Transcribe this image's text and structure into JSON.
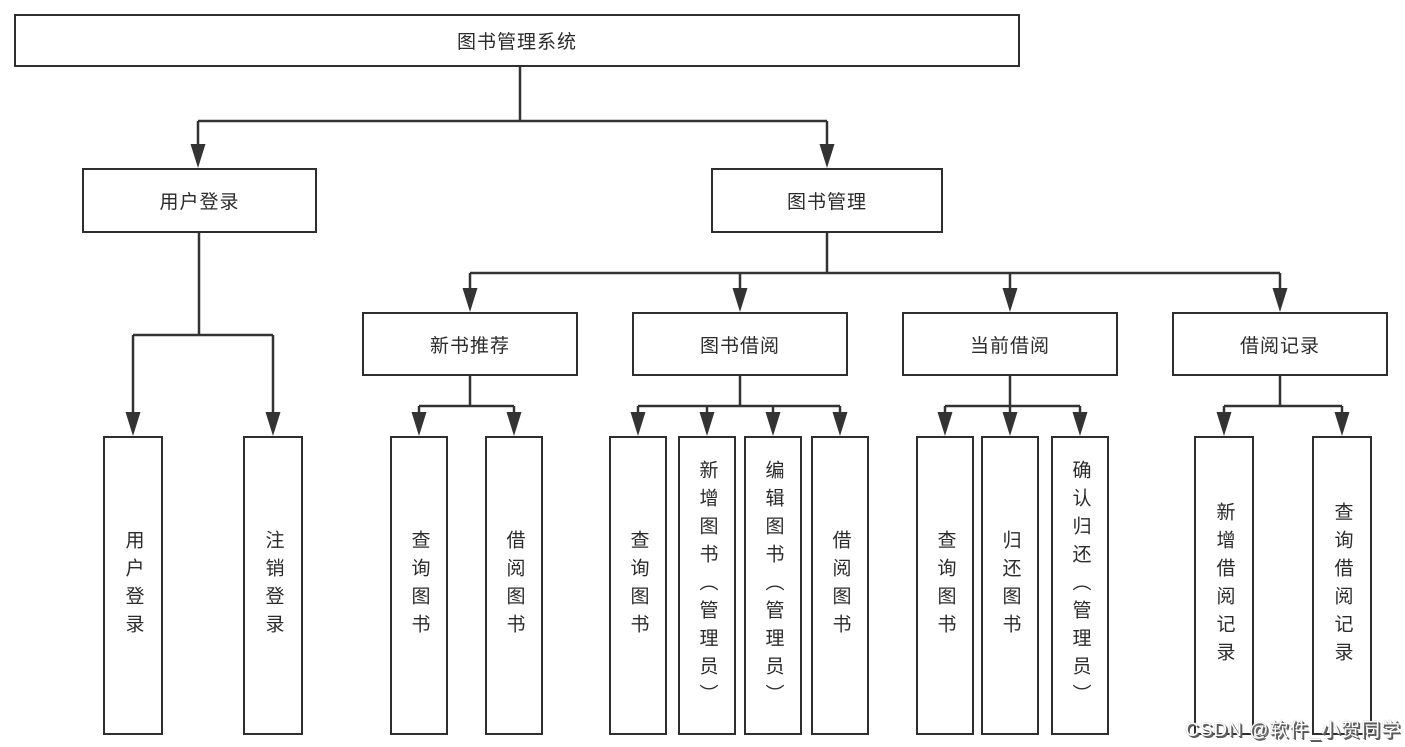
{
  "tree": {
    "label": "图书管理系统",
    "children": [
      {
        "label": "用户登录",
        "children": [
          {
            "label": "用户登录"
          },
          {
            "label": "注销登录"
          }
        ]
      },
      {
        "label": "图书管理",
        "children": [
          {
            "label": "新书推荐",
            "children": [
              {
                "label": "查询图书"
              },
              {
                "label": "借阅图书"
              }
            ]
          },
          {
            "label": "图书借阅",
            "children": [
              {
                "label": "查询图书"
              },
              {
                "label": "新增图书（管理员）"
              },
              {
                "label": "编辑图书（管理员）"
              },
              {
                "label": "借阅图书"
              }
            ]
          },
          {
            "label": "当前借阅",
            "children": [
              {
                "label": "查询图书"
              },
              {
                "label": "归还图书"
              },
              {
                "label": "确认归还（管理员）"
              }
            ]
          },
          {
            "label": "借阅记录",
            "children": [
              {
                "label": "新增借阅记录"
              },
              {
                "label": "查询借阅记录"
              }
            ]
          }
        ]
      }
    ]
  },
  "watermark": "CSDN @软件_小贺同学",
  "colors": {
    "line": "#333333",
    "box_border": "#2e2e2e",
    "text": "#2b2b2b",
    "background": "#ffffff",
    "watermark_text": "#ffffff",
    "watermark_shadow": "#595959"
  }
}
